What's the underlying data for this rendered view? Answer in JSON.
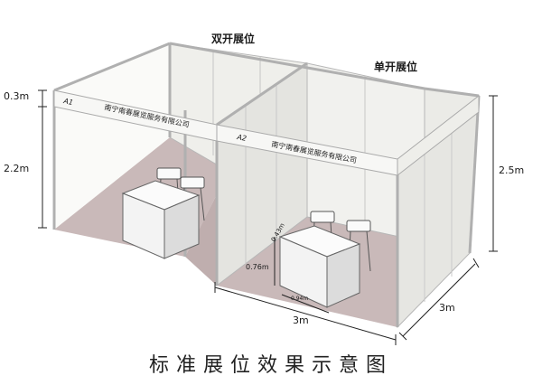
{
  "title_double": "双开展位",
  "title_single": "单开展位",
  "booth_a1": {
    "code": "A1",
    "company": "南宁南春展览服务有限公司"
  },
  "booth_a2": {
    "code": "A2",
    "company": "南宁南春展览服务有限公司"
  },
  "dim_fascia": "0.3m",
  "dim_wall": "2.2m",
  "dim_total_height": "2.5m",
  "dim_width": "3m",
  "dim_depth": "3m",
  "dim_table_depth": "0.43m",
  "dim_table_height": "0.76m",
  "dim_table_width": "0.94m",
  "caption": "标准展位效果示意图",
  "colors": {
    "floor": "#c9b9b9",
    "wall": "#eeeeea",
    "frame": "#b7b7b7",
    "dim": "#222222"
  }
}
